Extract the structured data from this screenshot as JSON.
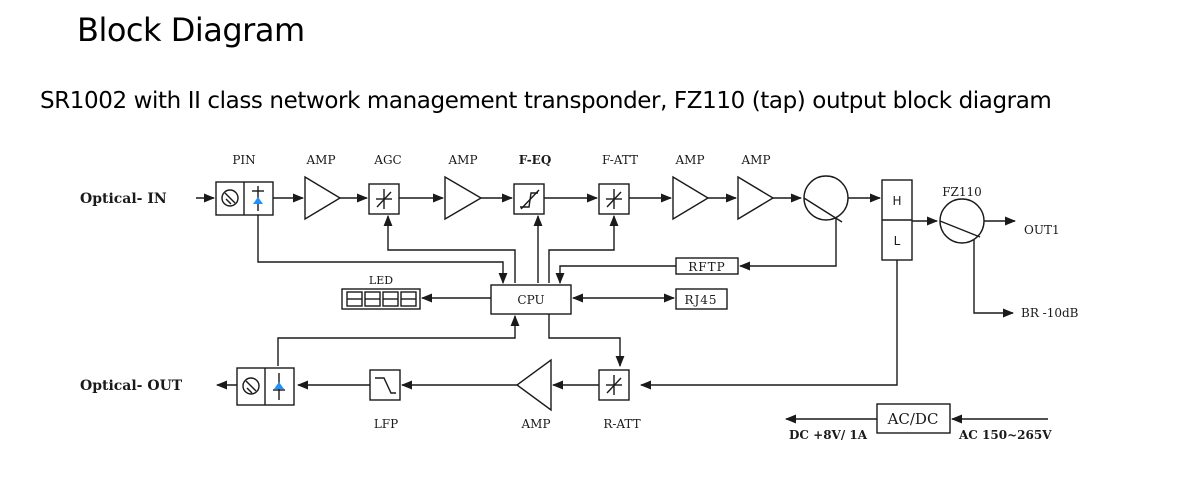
{
  "page": {
    "title": "Block Diagram",
    "subtitle": "SR1002 with II class network management transponder, FZ110 (tap) output block diagram"
  },
  "diagram": {
    "top_labels": {
      "pin": "PIN",
      "amp1": "AMP",
      "agc": "AGC",
      "amp2": "AMP",
      "feq": "F-EQ",
      "fatt": "F-ATT",
      "amp3": "AMP",
      "amp4": "AMP"
    },
    "optical_in": "Optical- IN",
    "optical_out": "Optical- OUT",
    "diplexer_h": "H",
    "diplexer_l": "L",
    "fz110": "FZ110",
    "out1": "OUT1",
    "br": "BR -10dB",
    "rftp": "RFTP",
    "rj45": "RJ45",
    "led": "LED",
    "cpu": "CPU",
    "lfp": "LFP",
    "amp_return": "AMP",
    "ratt": "R-ATT",
    "acdc": "AC/DC",
    "dc_out": "DC +8V/ 1A",
    "ac_in": "AC 150~265V"
  },
  "colors": {
    "line": "#1a1a1a",
    "photodiode": "#1e90ff"
  }
}
